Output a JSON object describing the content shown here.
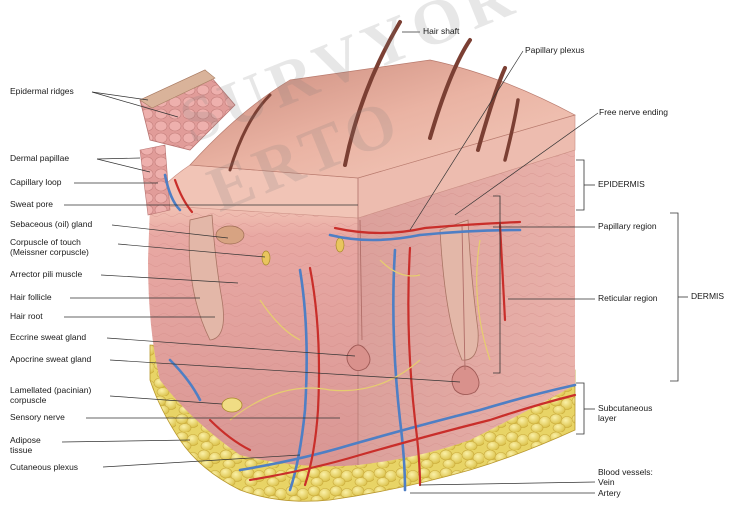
{
  "figure": {
    "labels_left": [
      {
        "key": "epidermal_ridges",
        "text": "Epidermal ridges"
      },
      {
        "key": "dermal_papillae",
        "text": "Dermal papillae"
      },
      {
        "key": "capillary_loop",
        "text": "Capillary loop"
      },
      {
        "key": "sweat_pore",
        "text": "Sweat pore"
      },
      {
        "key": "sebaceous_gland",
        "text": "Sebaceous (oil) gland"
      },
      {
        "key": "corpuscle_touch_1",
        "text": "Corpuscle of touch"
      },
      {
        "key": "corpuscle_touch_2",
        "text": "(Meissner corpuscle)"
      },
      {
        "key": "arrector_pili",
        "text": "Arrector pili muscle"
      },
      {
        "key": "hair_follicle",
        "text": "Hair follicle"
      },
      {
        "key": "hair_root",
        "text": "Hair root"
      },
      {
        "key": "eccrine",
        "text": "Eccrine sweat gland"
      },
      {
        "key": "apocrine",
        "text": "Apocrine sweat gland"
      },
      {
        "key": "lamellated_1",
        "text": "Lamellated (pacinian)"
      },
      {
        "key": "lamellated_2",
        "text": "corpuscle"
      },
      {
        "key": "sensory_nerve",
        "text": "Sensory nerve"
      },
      {
        "key": "adipose_1",
        "text": "Adipose"
      },
      {
        "key": "adipose_2",
        "text": "tissue"
      },
      {
        "key": "cutaneous_plexus",
        "text": "Cutaneous plexus"
      }
    ],
    "labels_right": [
      {
        "key": "hair_shaft",
        "text": "Hair shaft"
      },
      {
        "key": "papillary_plexus",
        "text": "Papillary plexus"
      },
      {
        "key": "free_nerve",
        "text": "Free nerve ending"
      },
      {
        "key": "epidermis",
        "text": "EPIDERMIS"
      },
      {
        "key": "papillary_region",
        "text": "Papillary region"
      },
      {
        "key": "reticular_region",
        "text": "Reticular region"
      },
      {
        "key": "dermis",
        "text": "DERMIS"
      },
      {
        "key": "subcutaneous_1",
        "text": "Subcutaneous"
      },
      {
        "key": "subcutaneous_2",
        "text": "layer"
      },
      {
        "key": "blood_vessels",
        "text": "Blood vessels:"
      },
      {
        "key": "vein",
        "text": "Vein"
      },
      {
        "key": "artery",
        "text": "Artery"
      }
    ]
  },
  "watermark": {
    "text": "SURVYOR ERTO"
  },
  "colors": {
    "epidermis_top": "#e8a79a",
    "epidermis_face": "#f0c0b0",
    "dermis": "#e7a7a2",
    "dermis_dark": "#d48b88",
    "fat": "#f1e27a",
    "fat_dark": "#d9c24c",
    "vein": "#5a86c8",
    "artery": "#c8302c",
    "nerve": "#e9d27a",
    "hair": "#8a4a3c",
    "line": "#333333"
  }
}
